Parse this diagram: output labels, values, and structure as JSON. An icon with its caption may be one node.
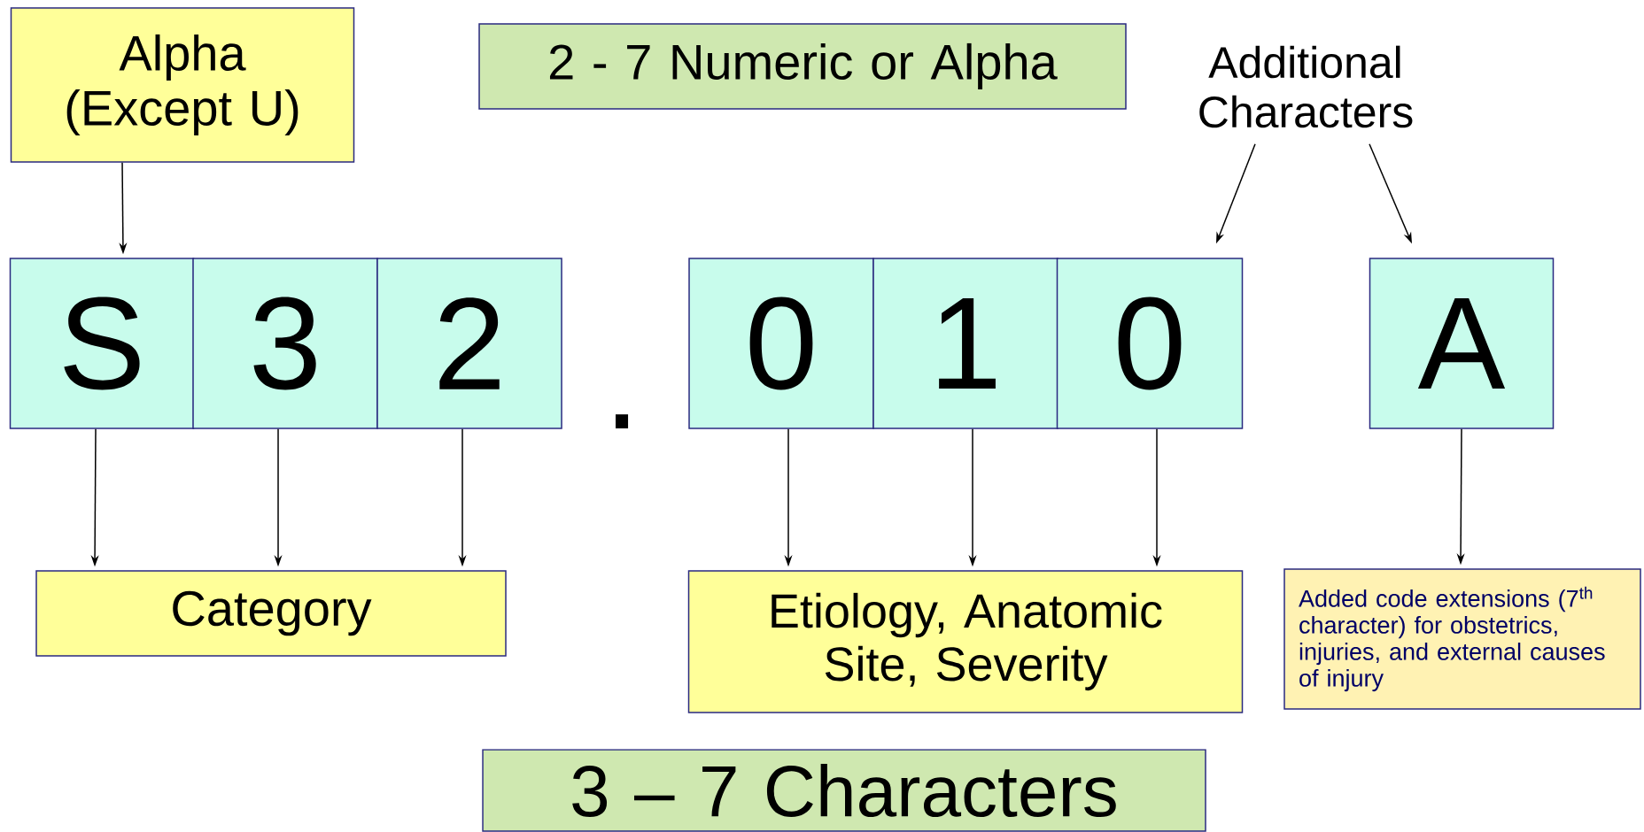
{
  "diagram": {
    "nodes": [
      {
        "text": [
          "Alpha (Except U)"
        ]
      },
      {
        "text": [
          "2 - 7 Numeric or Alpha"
        ]
      },
      {
        "text": [
          "Additional Characters"
        ]
      },
      {
        "text": [
          "S"
        ]
      },
      {
        "text": [
          "3"
        ]
      },
      {
        "text": [
          "2"
        ]
      },
      {
        "text": [
          "0"
        ]
      },
      {
        "text": [
          "1"
        ]
      },
      {
        "text": [
          "0"
        ]
      },
      {
        "text": [
          "A"
        ]
      },
      {
        "text": [
          "Category"
        ]
      },
      {
        "text": [
          "Etiology, Anatomic Site, Severity"
        ]
      },
      {
        "text": [
          "Added code extensions (7$^{th}$ character) for obstetrics, injuries, and external causes of injury"
        ]
      },
      {
        "text": [
          "3 – 7 Characters"
        ]
      }
    ],
    "edges": [
      {
        "from": 0,
        "to": 3,
        "arrow": "to"
      },
      {
        "from": 2,
        "to": 8,
        "arrow": "to"
      },
      {
        "from": 2,
        "to": 9,
        "arrow": "to"
      },
      {
        "from": 3,
        "to": 10,
        "arrow": "to"
      },
      {
        "from": 4,
        "to": 10,
        "arrow": "to"
      },
      {
        "from": 5,
        "to": 10,
        "arrow": "to"
      },
      {
        "from": 6,
        "to": 11,
        "arrow": "to"
      },
      {
        "from": 7,
        "to": 11,
        "arrow": "to"
      },
      {
        "from": 8,
        "to": 11,
        "arrow": "to"
      },
      {
        "from": 9,
        "to": 12,
        "arrow": "to"
      }
    ],
    "labels": [
      "."
    ]
  }
}
